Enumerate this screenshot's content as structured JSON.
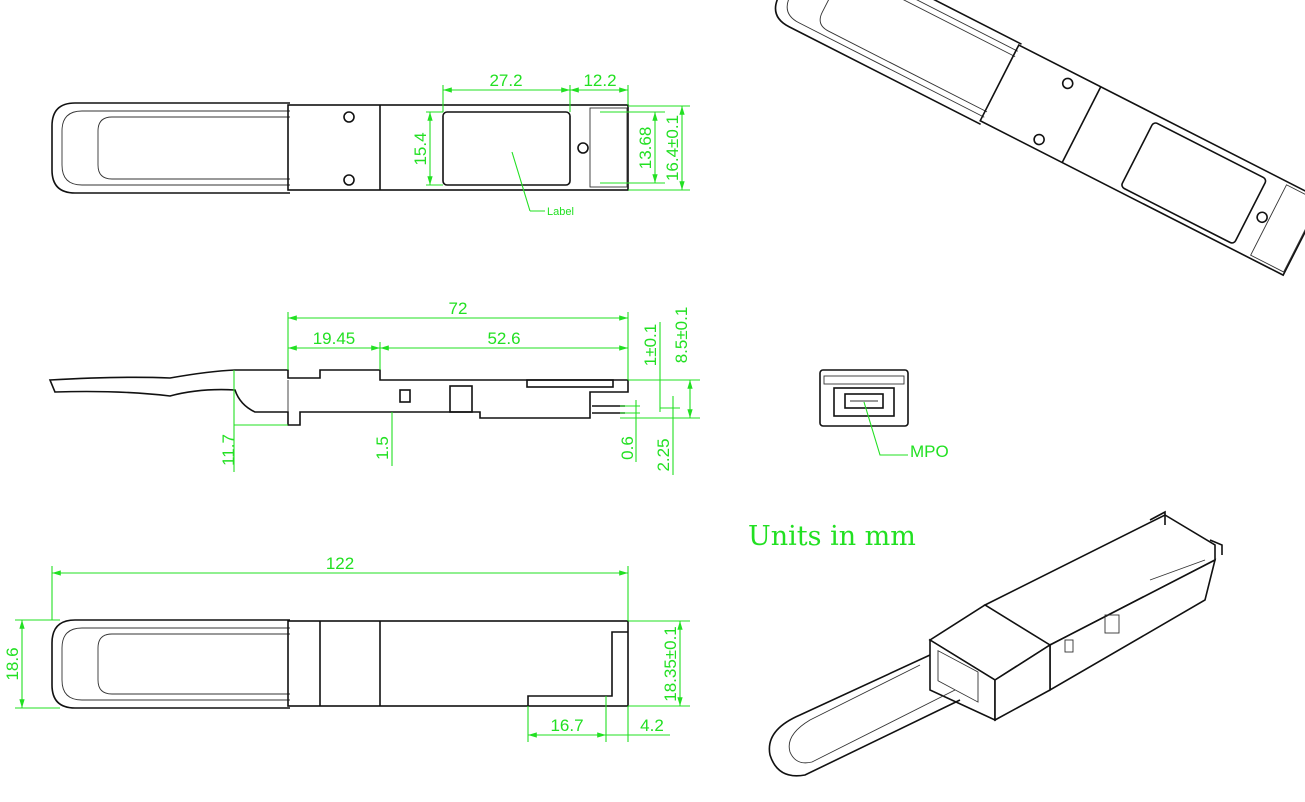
{
  "title": "QSFP transceiver mechanical drawing",
  "units_note": "Units in mm",
  "top_view": {
    "dims": {
      "label_width": "27.2",
      "right_offset": "12.2",
      "label_height": "15.4",
      "inner_height": "13.68",
      "body_height": "16.4±0.1"
    },
    "label_callout": "Label"
  },
  "side_view": {
    "dims": {
      "body_length": "72",
      "front_section": "19.45",
      "rear_section": "52.6",
      "latch_height": "11.7",
      "step": "1.5",
      "gap": "0.6",
      "edge_offset": "2.25",
      "top_tol": "1±0.1",
      "body_thickness": "8.5±0.1"
    }
  },
  "front_view": {
    "connector_label": "MPO"
  },
  "bottom_view": {
    "dims": {
      "overall_length": "122",
      "latch_width": "18.6",
      "body_width": "18.35±0.1",
      "pcb_length": "16.7",
      "pcb_offset": "4.2"
    }
  },
  "colors": {
    "dimension": "#22e022",
    "line": "#111111"
  }
}
